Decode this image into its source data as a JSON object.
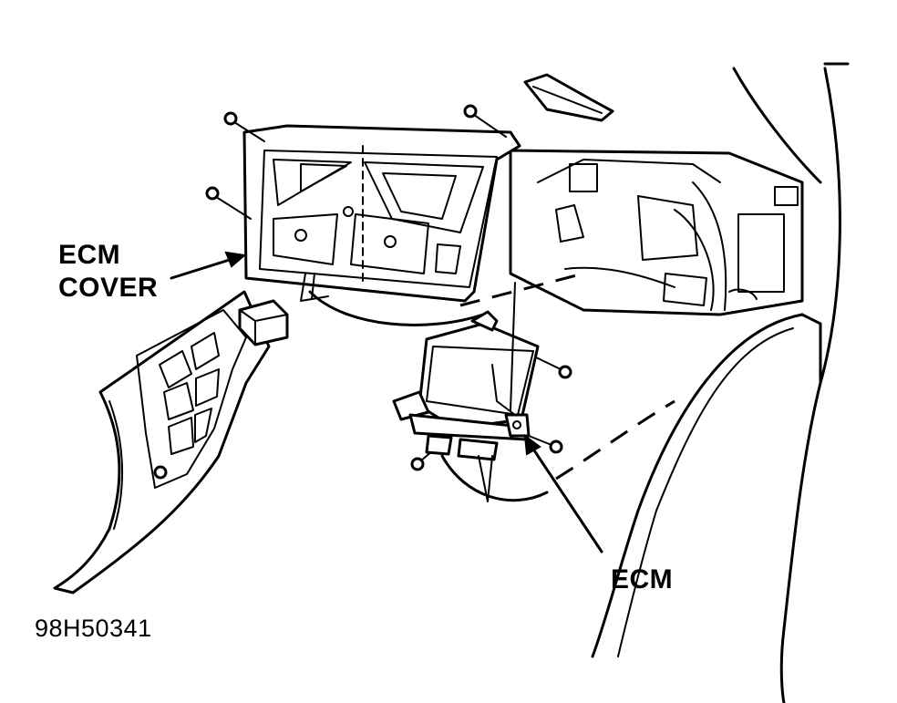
{
  "labels": {
    "ecm_cover_line1": "ECM",
    "ecm_cover_line2": "COVER",
    "ecm": "ECM",
    "figure_code": "98H50341"
  },
  "colors": {
    "line": "#000000",
    "background": "#ffffff"
  },
  "icons": {
    "screw": "screw-icon",
    "arrow": "leader-arrow"
  }
}
